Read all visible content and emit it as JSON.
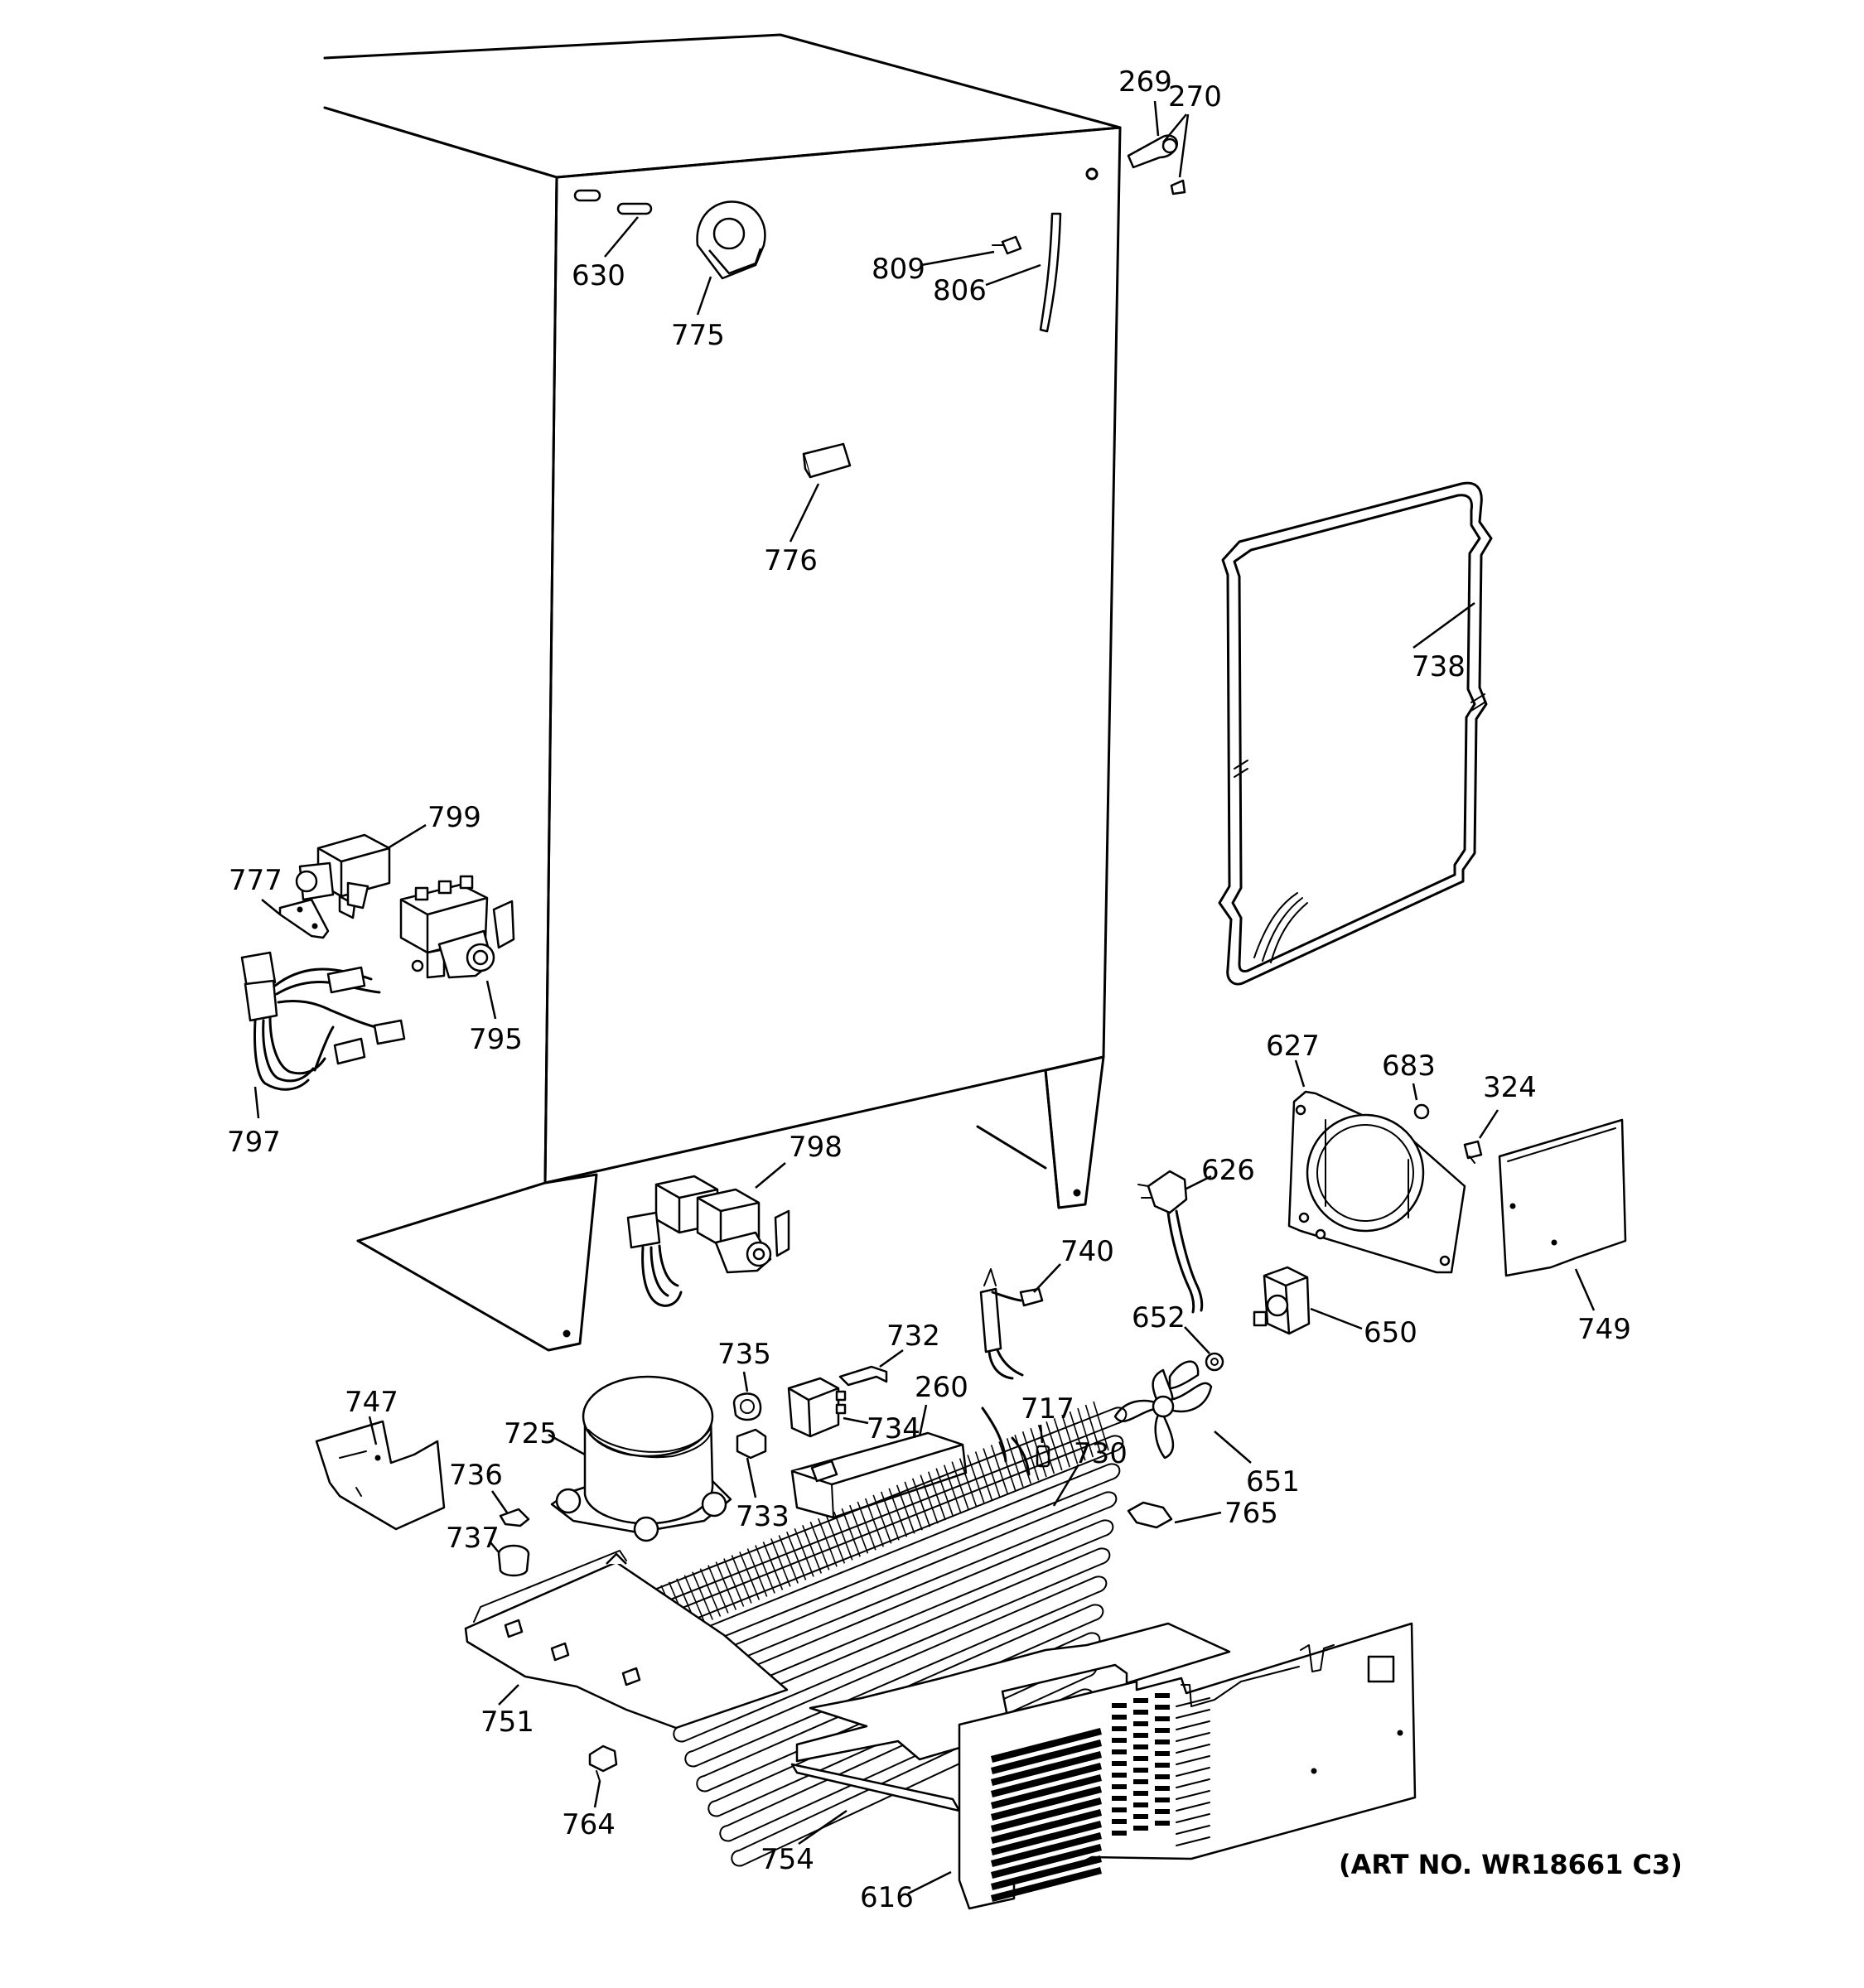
{
  "callouts": [
    {
      "id": "269",
      "text": "269"
    },
    {
      "id": "270",
      "text": "270"
    },
    {
      "id": "630",
      "text": "630"
    },
    {
      "id": "775",
      "text": "775"
    },
    {
      "id": "809",
      "text": "809"
    },
    {
      "id": "806",
      "text": "806"
    },
    {
      "id": "776",
      "text": "776"
    },
    {
      "id": "738",
      "text": "738"
    },
    {
      "id": "799",
      "text": "799"
    },
    {
      "id": "777",
      "text": "777"
    },
    {
      "id": "795",
      "text": "795"
    },
    {
      "id": "797",
      "text": "797"
    },
    {
      "id": "627",
      "text": "627"
    },
    {
      "id": "683",
      "text": "683"
    },
    {
      "id": "324",
      "text": "324"
    },
    {
      "id": "798",
      "text": "798"
    },
    {
      "id": "626",
      "text": "626"
    },
    {
      "id": "740",
      "text": "740"
    },
    {
      "id": "749",
      "text": "749"
    },
    {
      "id": "652",
      "text": "652"
    },
    {
      "id": "650",
      "text": "650"
    },
    {
      "id": "735",
      "text": "735"
    },
    {
      "id": "732",
      "text": "732"
    },
    {
      "id": "260",
      "text": "260"
    },
    {
      "id": "747",
      "text": "747"
    },
    {
      "id": "725",
      "text": "725"
    },
    {
      "id": "734",
      "text": "734"
    },
    {
      "id": "717",
      "text": "717"
    },
    {
      "id": "730",
      "text": "730"
    },
    {
      "id": "736",
      "text": "736"
    },
    {
      "id": "651",
      "text": "651"
    },
    {
      "id": "733",
      "text": "733"
    },
    {
      "id": "765",
      "text": "765"
    },
    {
      "id": "737",
      "text": "737"
    },
    {
      "id": "751",
      "text": "751"
    },
    {
      "id": "764",
      "text": "764"
    },
    {
      "id": "754",
      "text": "754"
    },
    {
      "id": "616",
      "text": "616"
    }
  ],
  "art_number": "(ART NO. WR18661 C3)"
}
